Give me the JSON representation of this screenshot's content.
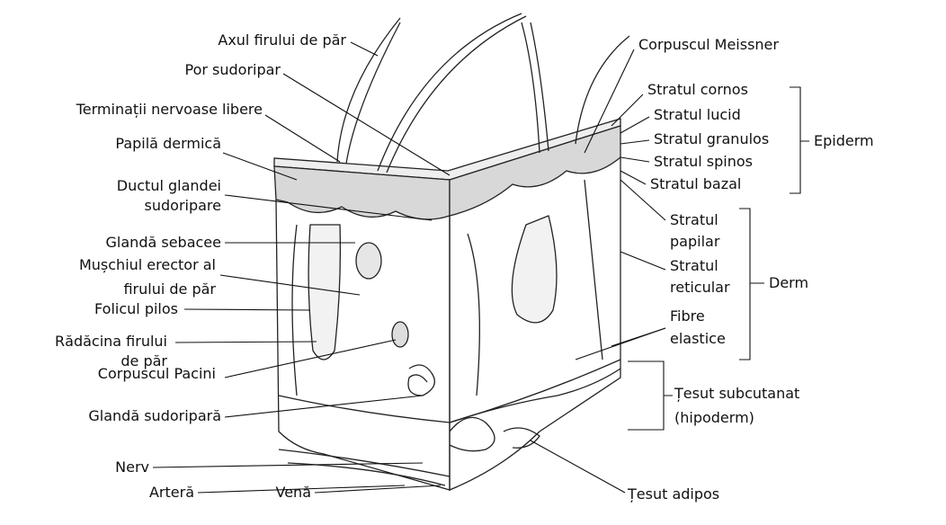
{
  "labels": {
    "hair_shaft": "Axul firului de păr",
    "sweat_pore": "Por sudoripar",
    "free_nerve_endings": "Terminații nervoase libere",
    "dermal_papilla": "Papilă dermică",
    "sweat_duct_1": "Ductul glandei",
    "sweat_duct_2": "sudoripare",
    "sebaceous_gland": "Glandă sebacee",
    "arrector_1": "Mușchiul erector al",
    "arrector_2": "firului de păr",
    "hair_follicle": "Folicul pilos",
    "hair_root_1": "Rădăcina firului",
    "hair_root_2": "de păr",
    "pacinian": "Corpuscul Pacini",
    "sweat_gland": "Glandă sudoripară",
    "nerve": "Nerv",
    "artery": "Arteră",
    "vein": "Venă",
    "adipose": "Țesut adipos",
    "meissner": "Corpuscul Meissner",
    "corneum": "Stratul cornos",
    "lucidum": "Stratul lucid",
    "granulosum": "Stratul granulos",
    "spinosum": "Stratul spinos",
    "basale": "Stratul bazal",
    "epidermis": "Epiderm",
    "papillary_1": "Stratul",
    "papillary_2": "papilar",
    "reticular_1": "Stratul",
    "reticular_2": "reticular",
    "dermis": "Derm",
    "elastic_1": "Fibre",
    "elastic_2": "elastice",
    "subcut_1": "Țesut subcutanat",
    "subcut_2": "(hipoderm)"
  }
}
